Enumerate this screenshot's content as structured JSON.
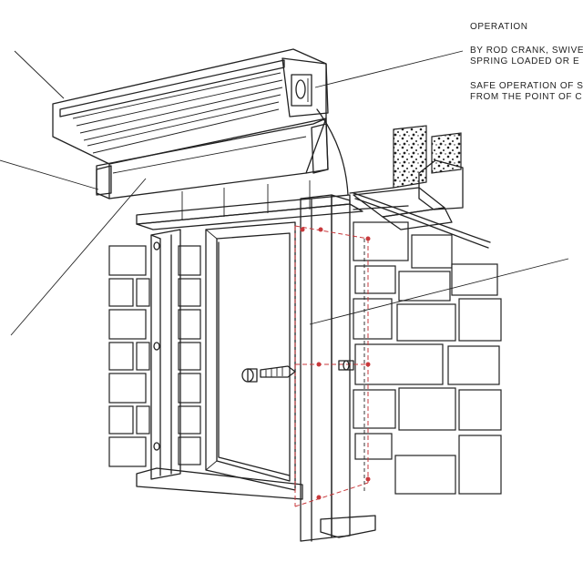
{
  "notes": {
    "heading": "OPERATION",
    "line1": "BY ROD CRANK, SWIVE",
    "line2": "SPRING LOADED OR E",
    "line3": "SAFE OPERATION OF S",
    "line4": "FROM THE POINT OF C"
  },
  "colors": {
    "ink": "#222222",
    "fixing": "#c8393c",
    "paper": "#ffffff"
  }
}
